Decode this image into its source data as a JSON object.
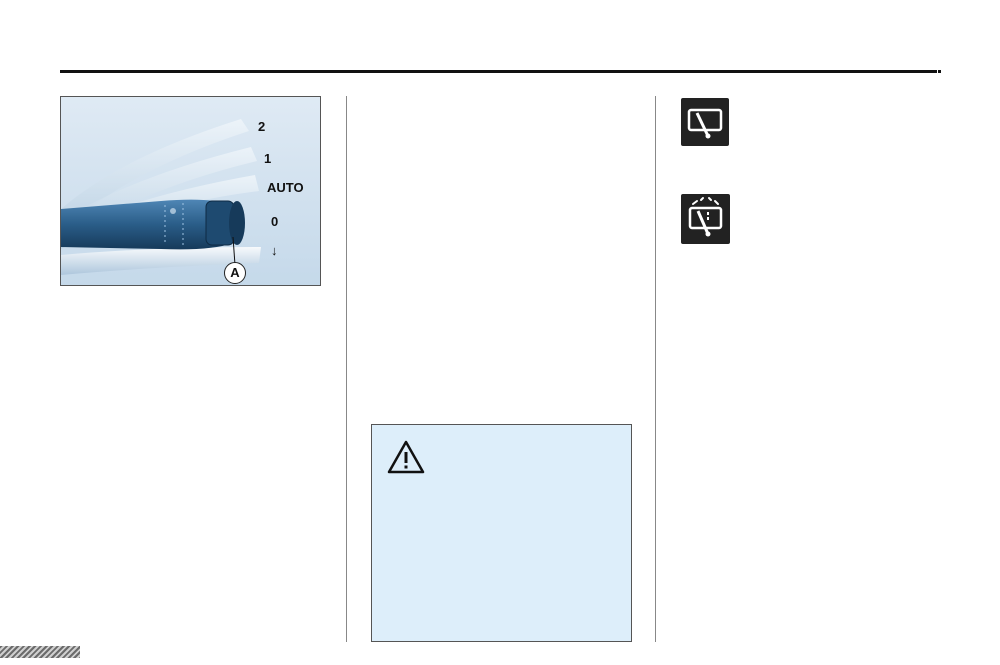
{
  "figure": {
    "positions": [
      "2",
      "1",
      "AUTO",
      "0",
      "↓"
    ],
    "callout": "A"
  },
  "warning": {
    "icon": "warning-triangle-icon"
  },
  "right_icons": [
    {
      "icon": "wiper-single-sweep-icon"
    },
    {
      "icon": "windscreen-wash-icon"
    }
  ],
  "colors": {
    "warning_background": "#ddeefa",
    "stalk_blue": "#2a5d88",
    "icon_tile": "#222222"
  }
}
